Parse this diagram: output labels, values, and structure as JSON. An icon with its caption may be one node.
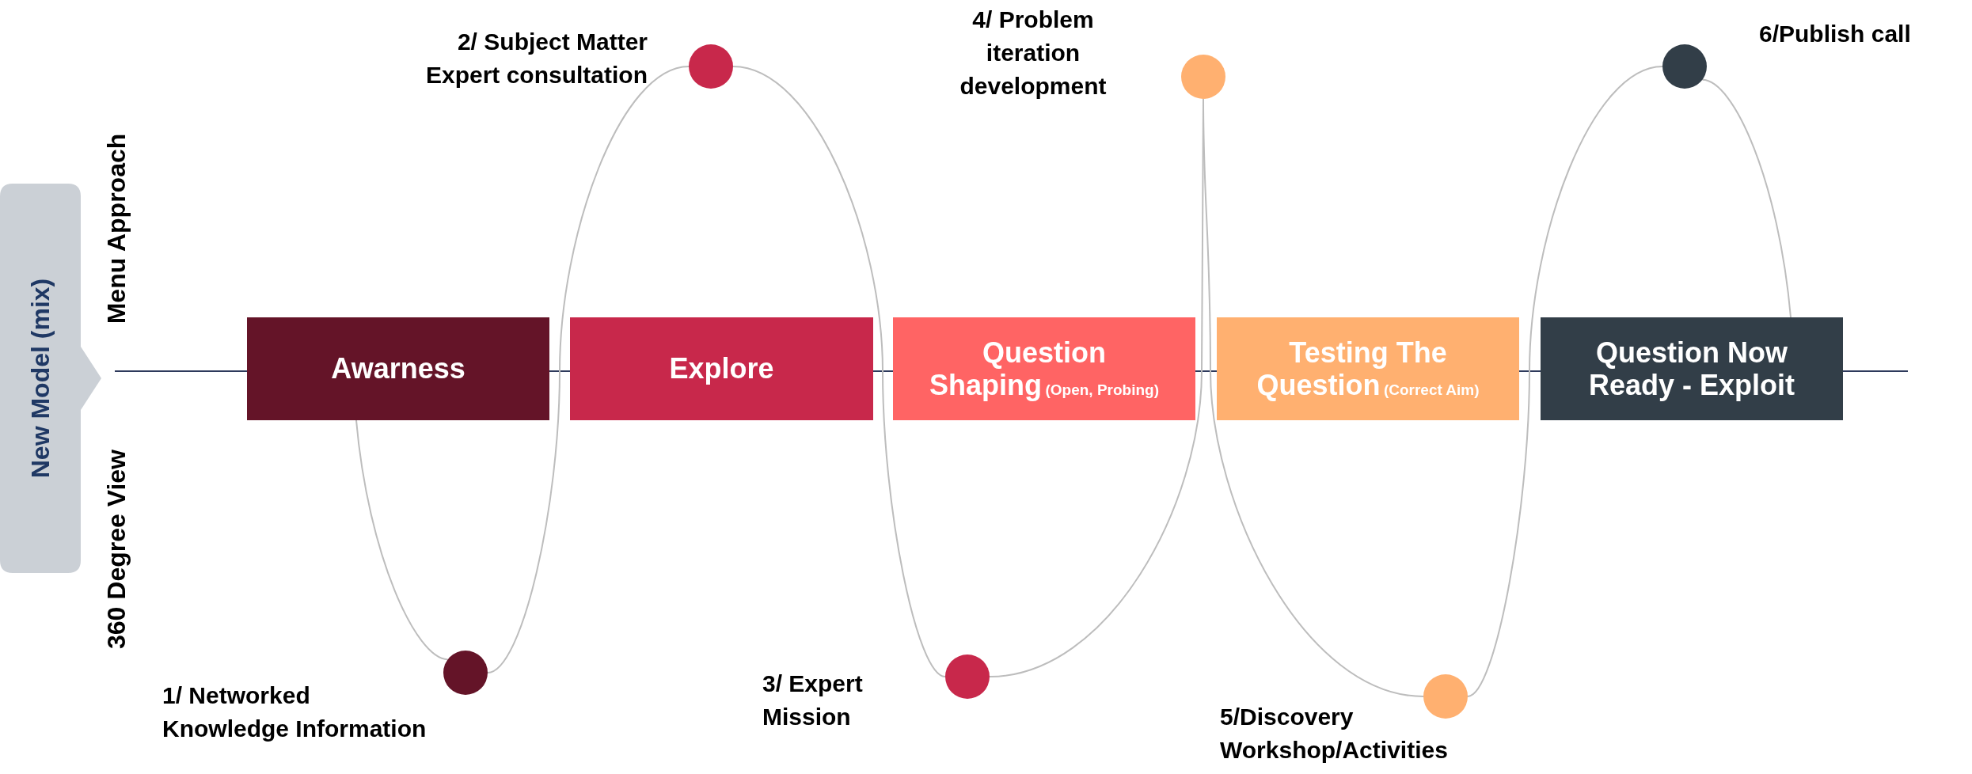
{
  "diagram": {
    "nodes": [
      {
        "text": [
          "New Model (mix)"
        ]
      },
      {
        "text": [
          "Awarness"
        ]
      },
      {
        "text": [
          "Explore"
        ]
      },
      {
        "text": [
          "Question Shaping",
          "(Open, Probing)"
        ]
      },
      {
        "text": [
          "Testing The Question",
          "(Correct Aim)"
        ]
      },
      {
        "text": [
          "Question Now Ready - Exploit"
        ]
      },
      {
        "text": [],
        "shape": "circle",
        "beside": [
          "1/ Networked Knowledge Information"
        ]
      },
      {
        "text": [],
        "shape": "circle",
        "beside": [
          "2/ Subject Matter Expert consultation"
        ]
      },
      {
        "text": [],
        "shape": "circle",
        "beside": [
          "3/ Expert Mission"
        ]
      },
      {
        "text": [],
        "shape": "circle",
        "beside": [
          "4/ Problem iteration development"
        ]
      },
      {
        "text": [],
        "shape": "circle",
        "beside": [
          "5/Discovery Workshop/Activities"
        ]
      },
      {
        "text": [],
        "shape": "circle",
        "beside": [
          "6/Publish call"
        ]
      }
    ],
    "edges": [
      {
        "from": 1,
        "to": 6,
        "arrow": "none"
      },
      {
        "from": 6,
        "to": 7,
        "arrow": "none"
      },
      {
        "from": 7,
        "to": 8,
        "arrow": "none"
      },
      {
        "from": 8,
        "to": 9,
        "arrow": "none"
      },
      {
        "from": 9,
        "to": 10,
        "arrow": "none"
      },
      {
        "from": 10,
        "to": 11,
        "arrow": "none"
      },
      {
        "from": 11,
        "to": 5,
        "arrow": "none"
      }
    ],
    "labels": [
      "Menu Approach",
      "360 Degree View"
    ]
  }
}
